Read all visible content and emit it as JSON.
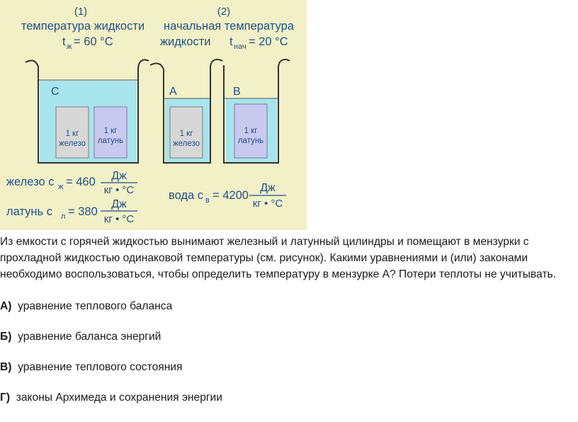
{
  "figure": {
    "label1": "(1)",
    "label2": "(2)",
    "title1_line1": "температура жидкости",
    "title1_symbol": "t",
    "title1_sub": "ж",
    "title1_value": "= 60 °С",
    "title2_line1": "начальная температура",
    "title2_line2": "жидкости",
    "title2_symbol": "t",
    "title2_sub": "нач",
    "title2_value": "= 20 °С",
    "vessel_c": "С",
    "vessel_a": "А",
    "vessel_b": "В",
    "cyl_mass": "1 кг",
    "cyl_iron": "железо",
    "cyl_brass": "латунь",
    "iron_prefix": "железо с",
    "iron_sub": "ж",
    "iron_value": "= 460",
    "brass_prefix": "латунь с",
    "brass_sub": "л",
    "brass_value": "= 380",
    "water_prefix": "вода с",
    "water_sub": "в",
    "water_value": "= 4200",
    "unit_num": "Дж",
    "unit_den": "кг • °С",
    "colors": {
      "background": "#f1f0c6",
      "liquid": "#a8e4ec",
      "text": "#1f4f8a",
      "iron": "#d7d7d7",
      "brass": "#c9c9ef"
    }
  },
  "problem_text": "Из емкости с горячей жидкостью вынимают железный и латунный цилиндры и помещают в мензурки с прохладной жидкостью одинаковой температуры (см. рисунок). Какими уравнениями и (или) законами необходимо воспользоваться, чтобы определить температуру в мензурке А? Потери теплоты не учитывать.",
  "answers": [
    {
      "letter": "А)",
      "text": "уравнение теплового баланса"
    },
    {
      "letter": "Б)",
      "text": "уравнение баланса энергий"
    },
    {
      "letter": "В)",
      "text": "уравнение теплового состояния"
    },
    {
      "letter": "Г)",
      "text": "законы Архимеда и сохранения энергии"
    }
  ]
}
